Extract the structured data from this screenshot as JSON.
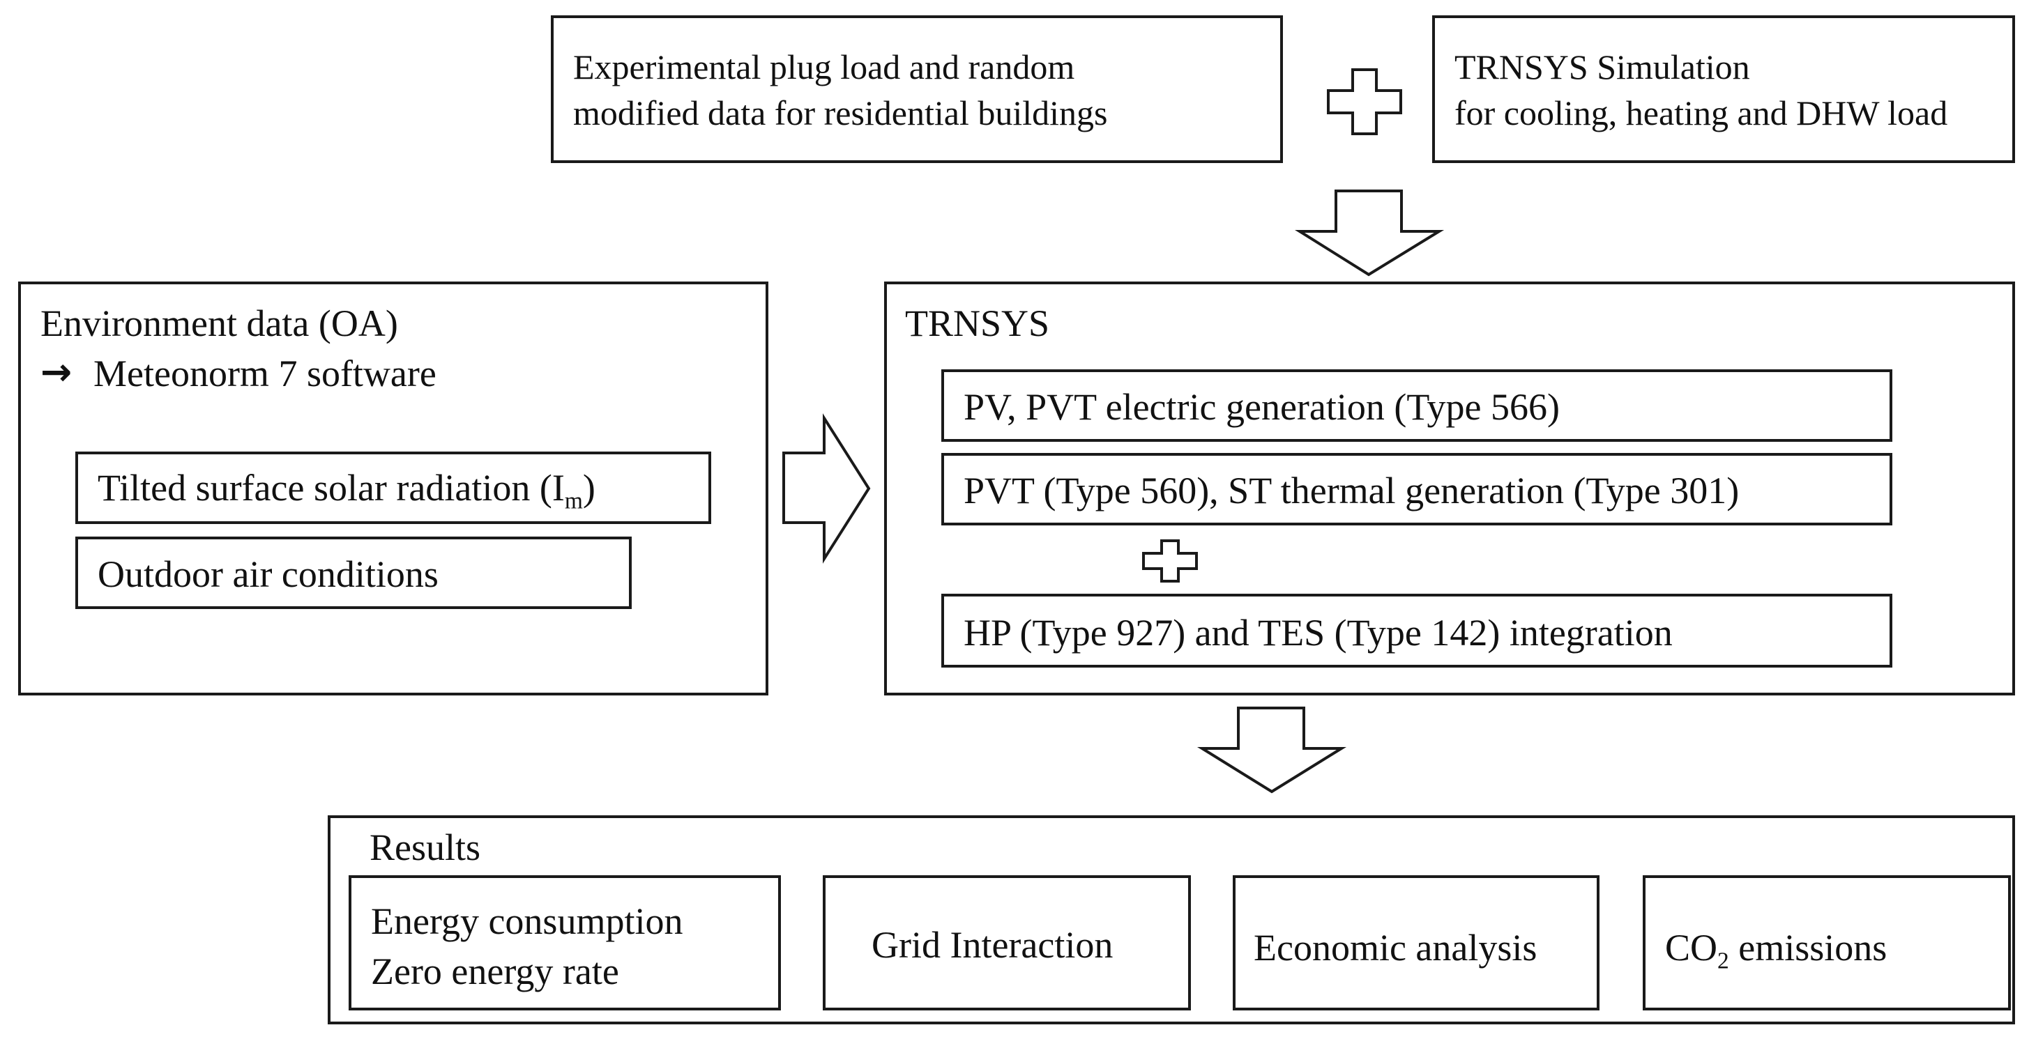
{
  "top": {
    "plug_line1": "Experimental plug load and random",
    "plug_line2": "modified data for residential buildings",
    "trnsys_sim_line1": "TRNSYS Simulation",
    "trnsys_sim_line2": "for cooling, heating and DHW load"
  },
  "environment": {
    "title": "Environment data (OA)",
    "arrow_glyph": "→",
    "source": "Meteonorm 7 software",
    "item1_prefix": "Tilted surface solar radiation (I",
    "item1_sub": "m",
    "item1_suffix": ")",
    "item2": "Outdoor air conditions"
  },
  "trnsys": {
    "title": "TRNSYS",
    "item1": "PV, PVT electric generation (Type 566)",
    "item2": "PVT (Type 560), ST thermal generation (Type 301)",
    "item3": "HP (Type 927) and TES (Type 142) integration"
  },
  "results": {
    "title": "Results",
    "box1_line1": "Energy consumption",
    "box1_line2": "Zero energy rate",
    "box2": "Grid Interaction",
    "box3": "Economic analysis",
    "box4_prefix": "CO",
    "box4_sub": "2",
    "box4_suffix": " emissions"
  }
}
